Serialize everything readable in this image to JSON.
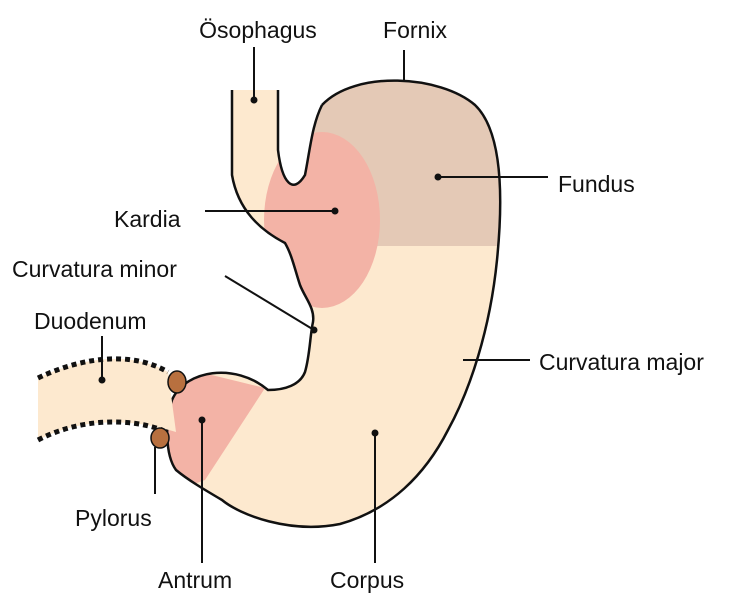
{
  "labels": {
    "oesophagus": "Ösophagus",
    "fornix": "Fornix",
    "fundus": "Fundus",
    "kardia": "Kardia",
    "curvatura_minor": "Curvatura minor",
    "duodenum": "Duodenum",
    "curvatura_major": "Curvatura major",
    "pylorus": "Pylorus",
    "antrum": "Antrum",
    "corpus": "Corpus"
  },
  "colors": {
    "outline": "#111111",
    "body_fill": "#fde9cf",
    "fundus_fill": "#e4c9b6",
    "cardia_antrum_fill": "#f3b3a6",
    "pylorus_fill": "#b8703f"
  }
}
